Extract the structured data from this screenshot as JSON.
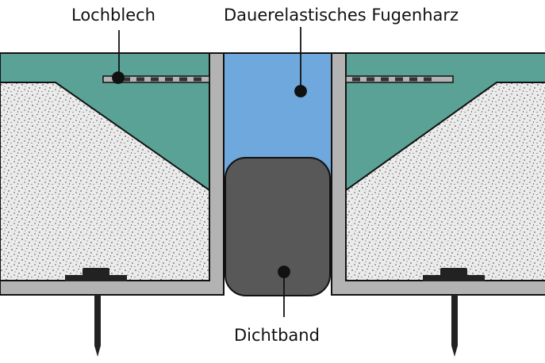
{
  "labels": {
    "perforated_plate": "Lochblech",
    "joint_resin": "Dauerelastisches Fugenharz",
    "sealing_tape": "Dichtband"
  },
  "colors": {
    "screed": "#ebebeb",
    "mortar": "#5aa196",
    "profile": "#b3b3b3",
    "resin": "#6fa8dc",
    "tape": "#585858",
    "anchor": "#222222",
    "outline": "#111111"
  },
  "icons": {
    "perforated_plate": "dashed-strip",
    "anchor": "screw-icon"
  }
}
